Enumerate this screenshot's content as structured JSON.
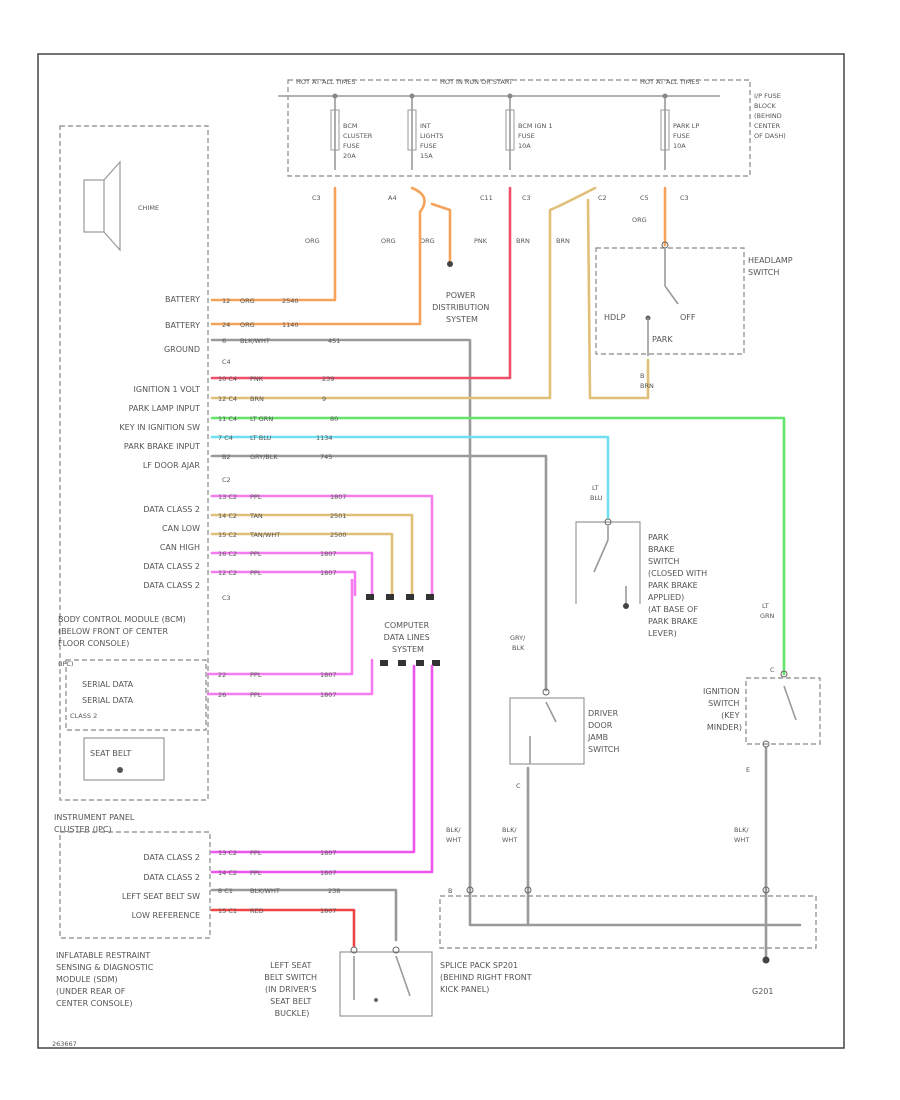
{
  "colors": {
    "orange": "#f5a35b",
    "tan": "#e0c078",
    "red": "#ef4f6a",
    "pink": "#f47bf0",
    "magenta": "#ee55ee",
    "green": "#66e36a",
    "blue": "#6ee0f2",
    "gray": "#9a9a9a",
    "pinkred": "#ee4444"
  },
  "fuse_block": {
    "hot_all": "HOT AT ALL TIMES",
    "hot_run": "HOT IN RUN OR START",
    "hot_all2": "HOT AT ALL TIMES",
    "title": [
      "I/P FUSE",
      "BLOCK",
      "(BEHIND",
      "CENTER",
      "OF DASH)"
    ],
    "fuses": [
      {
        "lines": [
          "BCM",
          "CLUSTER",
          "FUSE",
          "20A"
        ]
      },
      {
        "lines": [
          "INT",
          "LIGHTS",
          "FUSE",
          "15A"
        ]
      },
      {
        "lines": [
          "BCM IGN 1",
          "FUSE",
          "10A"
        ]
      },
      {
        "lines": [
          "PARK LP",
          "FUSE",
          "10A"
        ]
      }
    ],
    "connectors": [
      "C3",
      "A4",
      "C11",
      "C3",
      "C2",
      "C5",
      "C3"
    ]
  },
  "wire_colors": {
    "org1": "ORG",
    "org2": "ORG",
    "org3": "ORG",
    "pnk": "PNK",
    "brn1": "BRN",
    "brn2": "BRN",
    "org4": "ORG",
    "lt_blu_a": "LT",
    "lt_blu_b": "BLU",
    "lt_grn_a": "LT",
    "lt_grn_b": "GRN",
    "gry_blk_a": "GRY/",
    "gry_blk_b": "BLK",
    "blk_wht_1a": "BLK/",
    "blk_wht_1b": "WHT",
    "blk_wht_2a": "BLK/",
    "blk_wht_2b": "WHT",
    "blk_wht_3a": "BLK/",
    "blk_wht_3b": "WHT",
    "brn_b": "BRN"
  },
  "chime": "CHIME",
  "power_distribution": [
    "POWER",
    "DISTRIBUTION",
    "SYSTEM"
  ],
  "headlamp_switch": {
    "title": [
      "HEADLAMP",
      "SWITCH"
    ],
    "hdlp": "HDLP",
    "off": "OFF",
    "park": "PARK",
    "pin": "B"
  },
  "bcm": {
    "title": [
      "BODY CONTROL MODULE (BCM)",
      "(BELOW FRONT OF CENTER",
      "FLOOR CONSOLE)"
    ],
    "pins": [
      {
        "name": "BATTERY",
        "pin": "12",
        "color": "ORG",
        "circ": "2540"
      },
      {
        "name": "BATTERY",
        "pin": "24",
        "color": "ORG",
        "circ": "1140"
      },
      {
        "name": "GROUND",
        "pin": "6",
        "color": "BLK/WHT",
        "circ": "451"
      },
      {
        "name": "IGNITION 1 VOLT",
        "pin": "10 C4",
        "color": "PNK",
        "circ": "239"
      },
      {
        "name": "PARK LAMP INPUT",
        "pin": "12 C4",
        "color": "BRN",
        "circ": "9"
      },
      {
        "name": "KEY IN IGNITION SW",
        "pin": "11 C4",
        "color": "LT GRN",
        "circ": "80"
      },
      {
        "name": "PARK BRAKE INPUT",
        "pin": "7 C4",
        "color": "LT BLU",
        "circ": "1134"
      },
      {
        "name": "LF DOOR AJAR",
        "pin": "B2",
        "color": "GRY/BLK",
        "circ": "745"
      },
      {
        "name": "DATA CLASS 2",
        "pin": "13 C2",
        "color": "PPL",
        "circ": "1807"
      },
      {
        "name": "CAN LOW",
        "pin": "14 C2",
        "color": "TAN",
        "circ": "2501"
      },
      {
        "name": "CAN HIGH",
        "pin": "15 C2",
        "color": "TAN/WHT",
        "circ": "2500"
      },
      {
        "name": "DATA CLASS 2",
        "pin": "16 C2",
        "color": "PPL",
        "circ": "1807"
      },
      {
        "name": "DATA CLASS 2",
        "pin": "12 C2",
        "color": "PPL",
        "circ": "1807"
      }
    ],
    "c4": "C4",
    "c2": "C2",
    "c3": "C3"
  },
  "cluster_sub": {
    "title": "(IPC)",
    "serial1": "SERIAL DATA",
    "serial2": "SERIAL DATA",
    "class2": "CLASS 2",
    "seatbelt": "SEAT BELT",
    "w1": {
      "pin": "22",
      "color": "PPL",
      "circ": "1807"
    },
    "w2": {
      "pin": "26",
      "color": "PPL",
      "circ": "1807"
    }
  },
  "computer_data_lines": [
    "COMPUTER",
    "DATA LINES",
    "SYSTEM"
  ],
  "park_brake_switch": [
    "PARK",
    "BRAKE",
    "SWITCH",
    "(CLOSED WITH",
    "PARK BRAKE",
    "APPLIED)",
    "(AT BASE OF",
    "PARK BRAKE",
    "LEVER)"
  ],
  "driver_door_switch": [
    "DRIVER",
    "DOOR",
    "JAMB",
    "SWITCH"
  ],
  "ignition_switch": {
    "title": [
      "IGNITION",
      "SWITCH",
      "(KEY",
      "MINDER)"
    ],
    "pin_top": "C",
    "pin_bot": "E"
  },
  "ipc": {
    "title": [
      "INSTRUMENT PANEL",
      "CLUSTER (IPC)"
    ],
    "pins": [
      {
        "name": "DATA CLASS 2",
        "pin": "13 C2",
        "color": "PPL",
        "circ": "1807"
      },
      {
        "name": "DATA CLASS 2",
        "pin": "14 C2",
        "color": "PPL",
        "circ": "1807"
      },
      {
        "name": "LEFT SEAT BELT SW",
        "pin": "8 C1",
        "color": "BLK/WHT",
        "circ": "238"
      },
      {
        "name": "LOW REFERENCE",
        "pin": "15 C1",
        "color": "RED",
        "circ": "1807"
      }
    ]
  },
  "sdm": [
    "INFLATABLE RESTRAINT",
    "SENSING & DIAGNOSTIC",
    "MODULE (SDM)",
    "(UNDER REAR OF",
    "CENTER CONSOLE)"
  ],
  "seat_belt_switch": [
    "LEFT SEAT",
    "BELT SWITCH",
    "(IN DRIVER'S",
    "SEAT BELT",
    "BUCKLE)"
  ],
  "splice_pack": [
    "SPLICE PACK SP201",
    "(BEHIND RIGHT FRONT",
    "KICK PANEL)"
  ],
  "ground": "G201",
  "footer": "263667"
}
